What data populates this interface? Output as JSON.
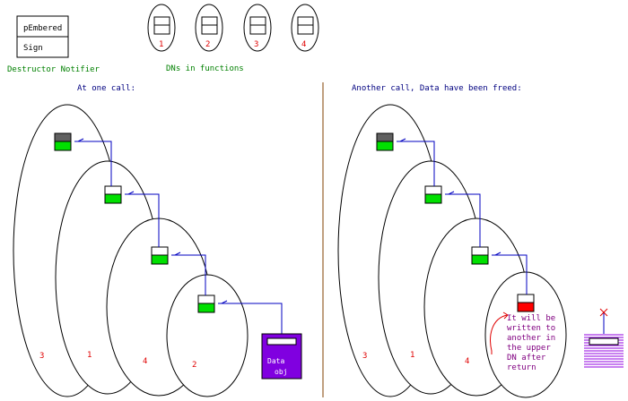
{
  "legend": {
    "row_top": "pEmbered",
    "row_bottom": "Sign",
    "caption": "Destructor Notifier"
  },
  "dn_functions": {
    "caption": "DNs in functions",
    "numbers": [
      "1",
      "2",
      "3",
      "4"
    ]
  },
  "left_panel": {
    "title": "At one call:",
    "numbers": [
      "3",
      "1",
      "4",
      "2"
    ],
    "data_obj": [
      "Data",
      "obj"
    ]
  },
  "right_panel": {
    "title": "Another call, Data have been freed:",
    "numbers": [
      "3",
      "1",
      "4"
    ],
    "note": [
      "It will be",
      "written to",
      "another in",
      "the upper",
      "DN after",
      "return"
    ]
  },
  "colors": {
    "caption_green": "#008000",
    "title_blue": "#000080",
    "number_red": "#e00000",
    "fill_green": "#00e000",
    "fill_dark": "#606060",
    "fill_red": "#ff0000",
    "link_blue": "#0000c0",
    "data_purple": "#8000e0",
    "note_purple": "#800080",
    "divider": "#804000"
  }
}
